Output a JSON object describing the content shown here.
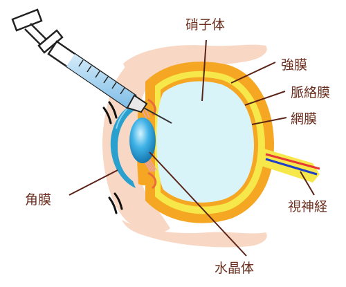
{
  "labels": {
    "vitreous": "硝子体",
    "sclera": "強膜",
    "choroid": "脈絡膜",
    "retina": "網膜",
    "cornea": "角膜",
    "optic_nerve": "視神経",
    "lens": "水晶体"
  },
  "colors": {
    "label_text": "#6b2f1f",
    "leader_line": "#5a2318",
    "skin": "#f8d8c4",
    "sclera_orange": "#f5a623",
    "choroid_yellow": "#f6e84a",
    "vitreous": "#d8f4f8",
    "cornea_blue": "#2aa0cf",
    "lens_blue": "#1d8cc8",
    "syringe_fluid": "#a8d4ee",
    "nerve_artery": "#e53935",
    "nerve_vein": "#1e40c8"
  }
}
